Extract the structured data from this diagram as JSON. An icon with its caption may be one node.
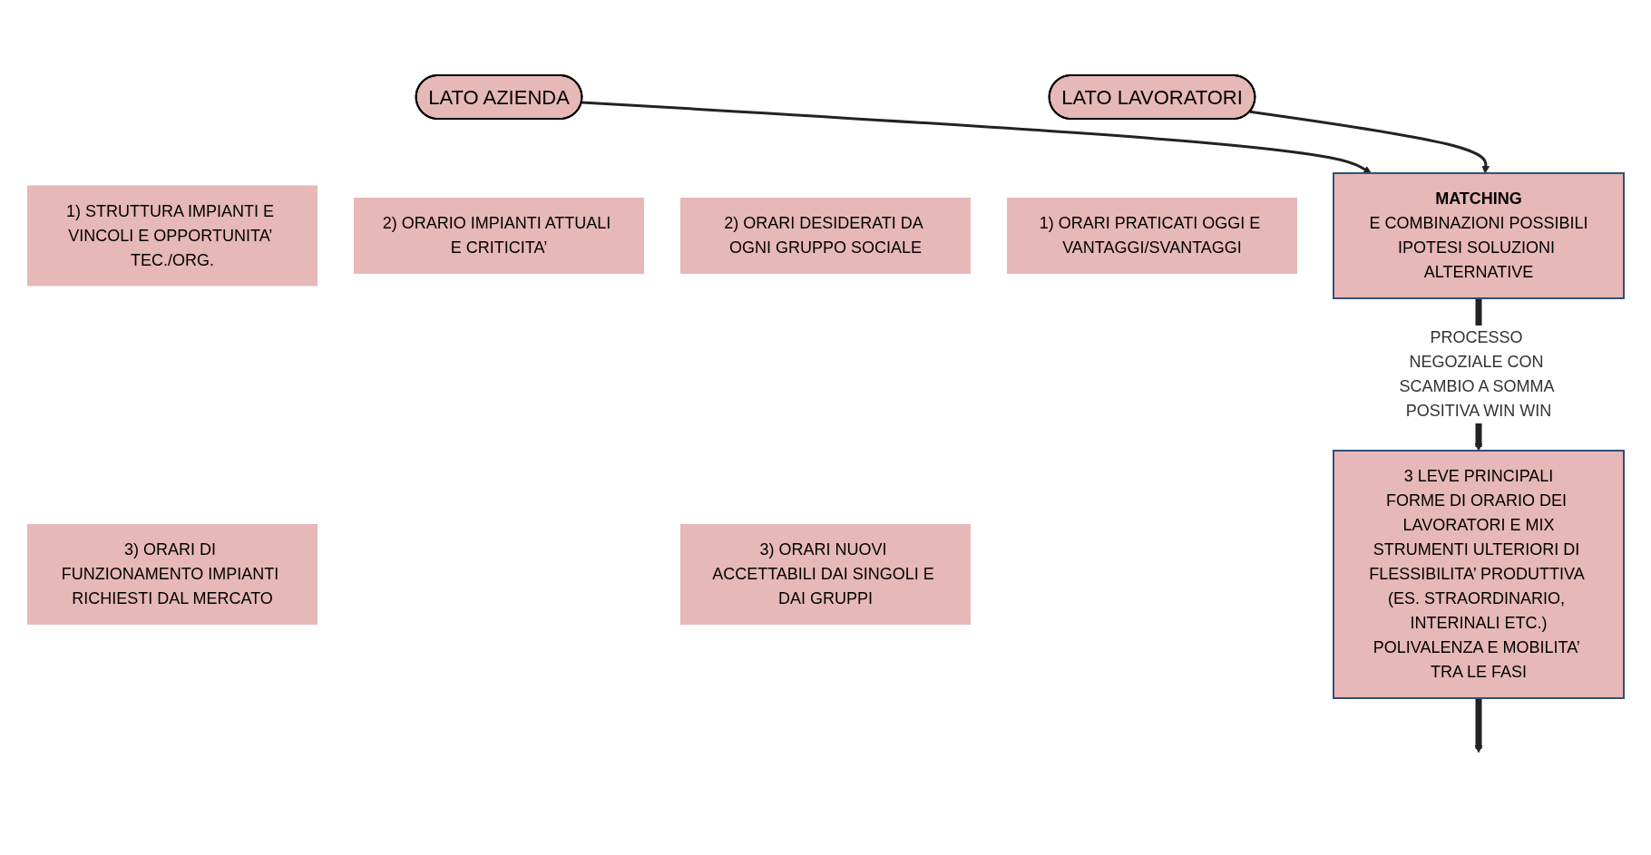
{
  "diagram": {
    "nodes": [
      {
        "text": [
          "LATO AZIENDA"
        ]
      },
      {
        "text": [
          "LATO LAVORATORI"
        ]
      },
      {
        "text": [
          "1) STRUTTURA IMPIANTI E VINCOLI E OPPORTUNITA’ TEC./ORG."
        ]
      },
      {
        "text": [
          "2) ORARIO IMPIANTI ATTUALI E CRITICITA’"
        ]
      },
      {
        "text": [
          "3) ORARI DI FUNZIONAMENTO IMPIANTI RICHIESTI DAL MERCATO"
        ]
      },
      {
        "text": [
          "1) ORARI PRATICATI OGGI E VANTAGGI/SVANTAGGI"
        ]
      },
      {
        "text": [
          "2) ORARI DESIDERATI DA OGNI GRUPPO SOCIALE"
        ]
      },
      {
        "text": [
          "3) ORARI NUOVI ACCETTABILI DAI SINGOLI E DAI GRUPPI"
        ]
      },
      {
        "text": [
          "MATCHING",
          "E COMBINAZIONI POSSIBILI",
          "IPOTESI SOLUZIONI ALTERNATIVE"
        ]
      },
      {
        "text": [
          "3 LEVE PRINCIPALI",
          "FORME DI ORARIO DEI LAVORATORI E MIX",
          "STRUMENTI ULTERIORI DI FLESSIBILITA’ PRODUTTIVA (ES. STRAORDINARIO, INTERINALI ETC.)",
          "POLIVALENZA E MOBILITA’ TRA LE FASI"
        ]
      }
    ],
    "edges": [
      {
        "from": 0,
        "to": 8,
        "arrow": "to"
      },
      {
        "from": 1,
        "to": 8,
        "arrow": "to"
      },
      {
        "from": 8,
        "to": 9,
        "arrow": "to",
        "style": "thick",
        "label": "PROCESSO NEGOZIALE CON SCAMBIO A SOMMA POSITIVA WIN WIN"
      },
      {
        "from": 9,
        "to": null,
        "arrow": "to",
        "style": "thick"
      }
    ]
  }
}
